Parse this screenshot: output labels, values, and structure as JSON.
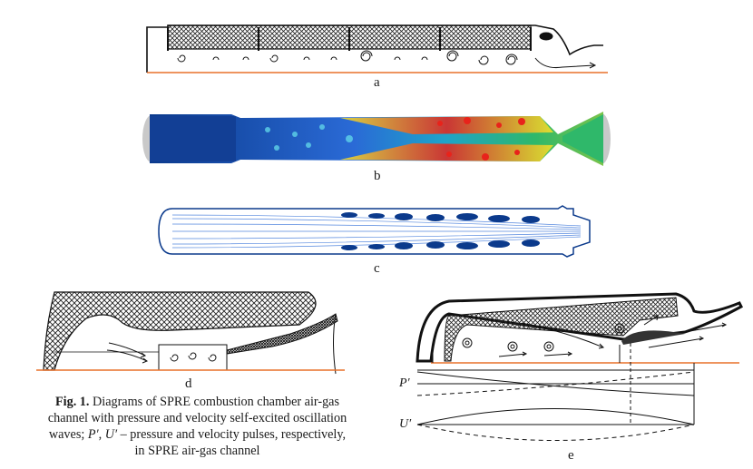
{
  "labels": {
    "a": "a",
    "b": "b",
    "c": "c",
    "d": "d",
    "e": "e"
  },
  "axis": {
    "p_prime": "P′",
    "u_prime": "U′"
  },
  "caption": {
    "bold": "Fig. 1.",
    "line1": "Diagrams of SPRE combustion chamber air-gas",
    "line2": "channel with pressure and velocity self-excited oscillation",
    "line3a": "waves;",
    "p": "P′",
    "sep": ",",
    "u": "U′",
    "line3b": "– pressure and velocity pulses, respectively,",
    "line4": "in SPRE air-gas channel"
  },
  "colors": {
    "orange_axis": "#e8702a",
    "dark_blue": "#0b3a8c",
    "red_hot": "#e8231b",
    "yellow": "#f5e52a",
    "green": "#2fb86a"
  }
}
